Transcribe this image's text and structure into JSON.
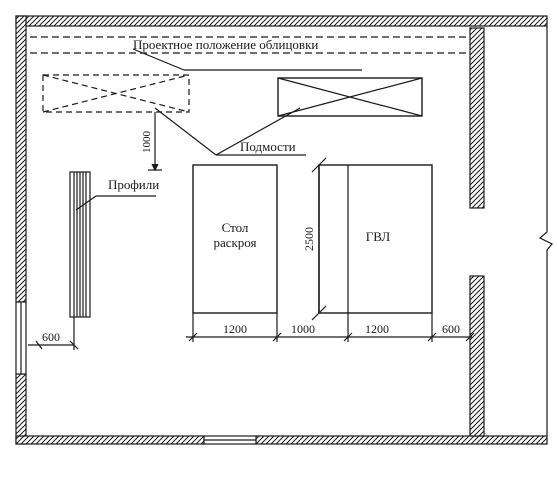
{
  "labels": {
    "cladding": "Проектное положение облицовки",
    "scaffold": "Подмости",
    "profiles": "Профили",
    "table_line1": "Стол",
    "table_line2": "раскроя",
    "gypsum": "ГВЛ"
  },
  "dimensions": {
    "scaffold_gap": "1000",
    "profiles_gap": "600",
    "table_width": "1200",
    "table_to_gvl": "1000",
    "gvl_width": "1200",
    "gvl_to_wall": "600",
    "sheet_height": "2500"
  },
  "colors": {
    "line": "#1a1a1a",
    "background": "#ffffff"
  }
}
